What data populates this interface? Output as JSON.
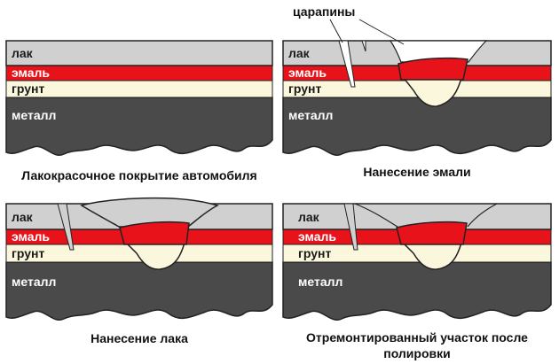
{
  "layers": {
    "lacquer": "лак",
    "enamel": "эмаль",
    "primer": "грунт",
    "metal": "металл"
  },
  "colors": {
    "lacquer": "#d0d0d0",
    "enamel": "#e8121a",
    "primer": "#fbf7dc",
    "metal": "#4a4a4a",
    "outline": "#222222"
  },
  "panels": [
    {
      "caption": "Лакокрасочное покрытие автомобиля"
    },
    {
      "caption": "Нанесение эмали"
    },
    {
      "caption": "Нанесение лака"
    },
    {
      "caption_line1": "Отремонтированный участок после",
      "caption_line2": "полировки"
    }
  ],
  "scratches_label": "царапины"
}
